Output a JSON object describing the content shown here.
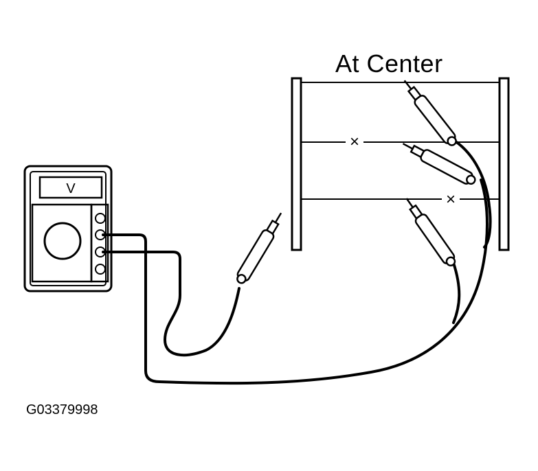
{
  "diagram": {
    "title": "At Center",
    "meter_display": "V",
    "figure_code": "G03379998",
    "marks": {
      "open_symbol": "×"
    }
  }
}
